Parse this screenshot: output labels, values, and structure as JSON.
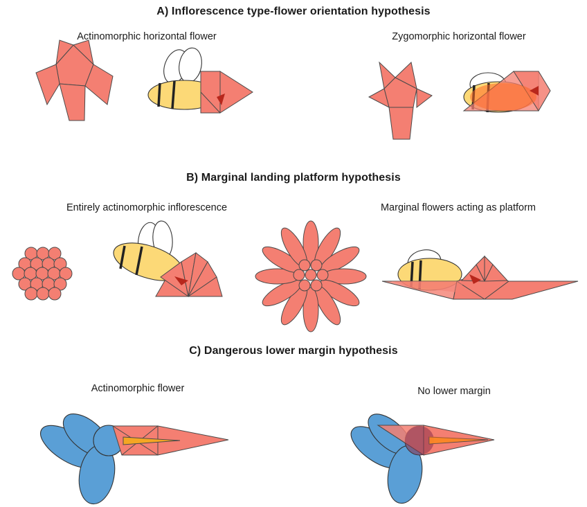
{
  "sections": {
    "a": {
      "heading": "A) Inflorescence type-flower orientation hypothesis",
      "left_caption": "Actinomorphic horizontal flower",
      "right_caption": "Zygomorphic horizontal flower"
    },
    "b": {
      "heading": "B) Marginal landing platform hypothesis",
      "left_caption": "Entirely actinomorphic inflorescence",
      "right_caption": "Marginal flowers acting as platform"
    },
    "c": {
      "heading": "C) Dangerous lower margin hypothesis",
      "left_caption": "Actinomorphic flower",
      "right_caption": "No lower margin"
    }
  },
  "colors": {
    "petal": "#F47F72",
    "petal_stroke": "#4a4a4a",
    "bee_body": "#FCD977",
    "bee_stripe": "#222222",
    "hummingbird": "#5A9FD6",
    "bill": "#F5A623",
    "dark_red": "#B8271C"
  }
}
